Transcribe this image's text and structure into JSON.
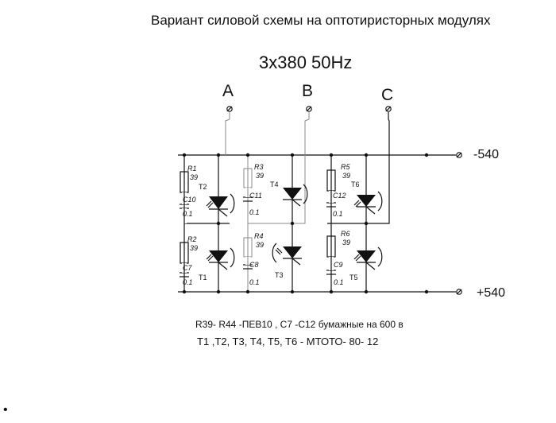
{
  "title": "Вариант силовой схемы на оптотиристорных модулях",
  "supply": "3x380 50Hz",
  "phases": [
    "A",
    "B",
    "C"
  ],
  "rails": {
    "negative": "-540",
    "positive": "+540"
  },
  "thyristors": [
    "T1",
    "T2",
    "T3",
    "T4",
    "T5",
    "T6"
  ],
  "resistors": [
    {
      "name": "R1",
      "value": "39"
    },
    {
      "name": "R2",
      "value": "39"
    },
    {
      "name": "R3",
      "value": "39"
    },
    {
      "name": "R4",
      "value": "39"
    },
    {
      "name": "R5",
      "value": "39"
    },
    {
      "name": "R6",
      "value": "39"
    }
  ],
  "capacitors": [
    {
      "name": "C10",
      "value": "0.1"
    },
    {
      "name": "C7",
      "value": "0.1"
    },
    {
      "name": "C11",
      "value": "0.1"
    },
    {
      "name": "C8",
      "value": "0.1"
    },
    {
      "name": "C12",
      "value": "0.1"
    },
    {
      "name": "C9",
      "value": "0.1"
    }
  ],
  "notes": {
    "line1": "R39- R44 -ПЕВ10 , C7 -C12 бумажные на 600 в",
    "line2": "T1 ,T2, T3, T4, T5, T6 - МТОТО- 80- 12"
  },
  "bullet": "•"
}
